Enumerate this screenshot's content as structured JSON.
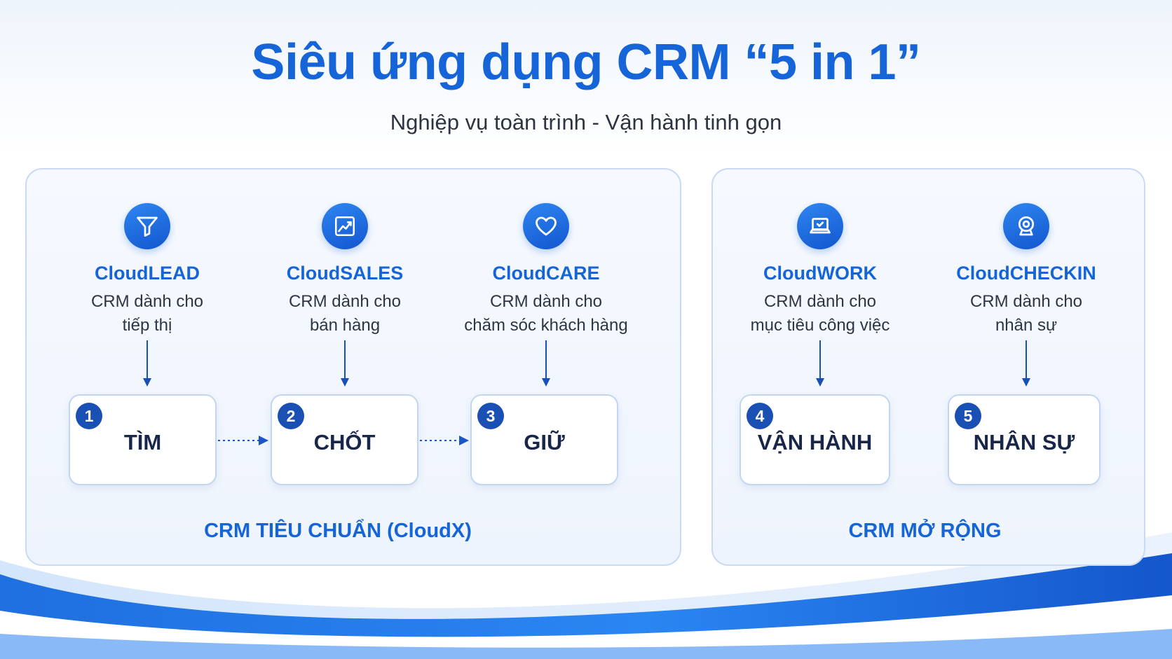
{
  "title": "Siêu ứng dụng CRM “5 in 1”",
  "subtitle": "Nghiệp vụ toàn trình - Vận hành tinh gọn",
  "colors": {
    "primary": "#1565d8",
    "badge": "#1a4fb4",
    "panel_border": "#c8daf4",
    "text_dark": "#18264a"
  },
  "panels": {
    "standard": {
      "label": "CRM TIÊU CHUẨN (CloudX)"
    },
    "extended": {
      "label": "CRM MỞ RỘNG"
    }
  },
  "modules": [
    {
      "icon": "funnel-icon",
      "name": "CloudLEAD",
      "desc_line1": "CRM dành cho",
      "desc_line2": "tiếp thị",
      "stage_number": "1",
      "stage_label": "TÌM"
    },
    {
      "icon": "chart-icon",
      "name": "CloudSALES",
      "desc_line1": "CRM dành cho",
      "desc_line2": "bán hàng",
      "stage_number": "2",
      "stage_label": "CHỐT"
    },
    {
      "icon": "heart-icon",
      "name": "CloudCARE",
      "desc_line1": "CRM dành cho",
      "desc_line2": "chăm sóc khách hàng",
      "stage_number": "3",
      "stage_label": "GIỮ"
    },
    {
      "icon": "laptop-icon",
      "name": "CloudWORK",
      "desc_line1": "CRM dành cho",
      "desc_line2": "mục tiêu công việc",
      "stage_number": "4",
      "stage_label": "VẬN HÀNH"
    },
    {
      "icon": "webcam-icon",
      "name": "CloudCHECKIN",
      "desc_line1": "CRM dành cho",
      "desc_line2": "nhân sự",
      "stage_number": "5",
      "stage_label": "NHÂN SỰ"
    }
  ]
}
